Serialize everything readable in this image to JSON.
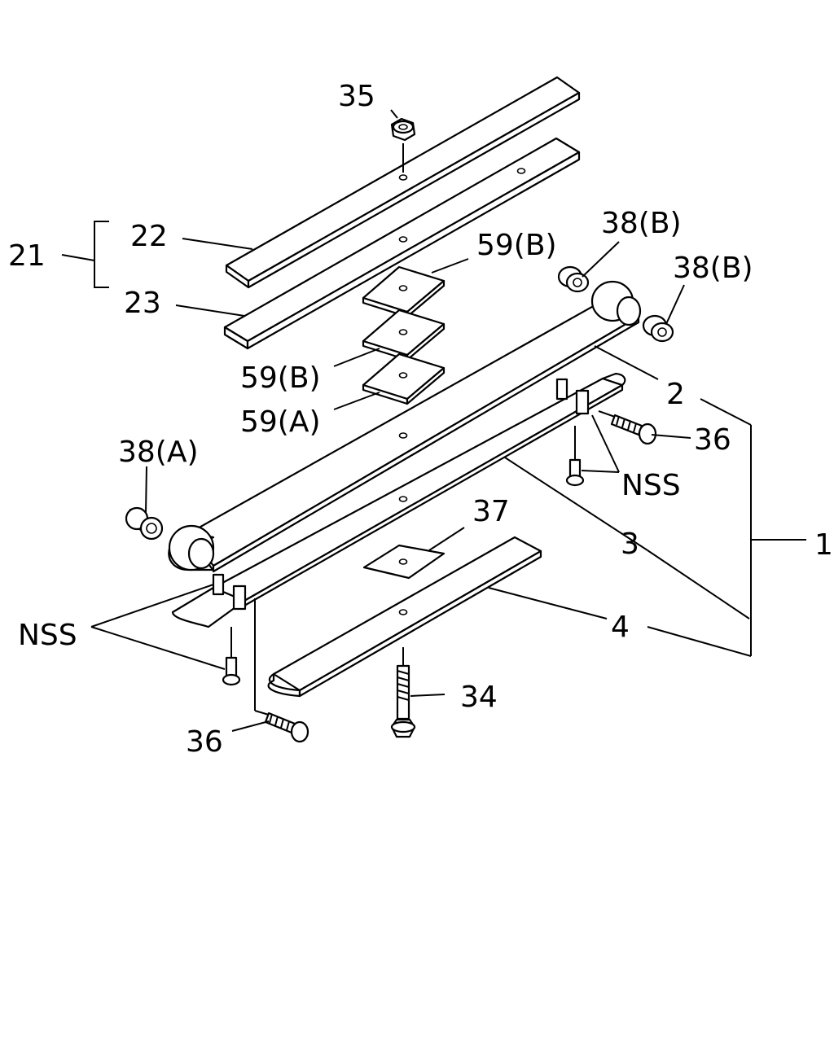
{
  "callouts": {
    "p35": "35",
    "p21": "21",
    "p22": "22",
    "p23": "23",
    "p59b_top": "59(B)",
    "p59b_mid": "59(B)",
    "p59a": "59(A)",
    "p38b_left": "38(B)",
    "p38b_right": "38(B)",
    "p2": "2",
    "p36_right": "36",
    "nss_right": "NSS",
    "p38a": "38(A)",
    "p37": "37",
    "p3": "3",
    "p1": "1",
    "nss_left": "NSS",
    "p4": "4",
    "p34": "34",
    "p36_left": "36"
  }
}
